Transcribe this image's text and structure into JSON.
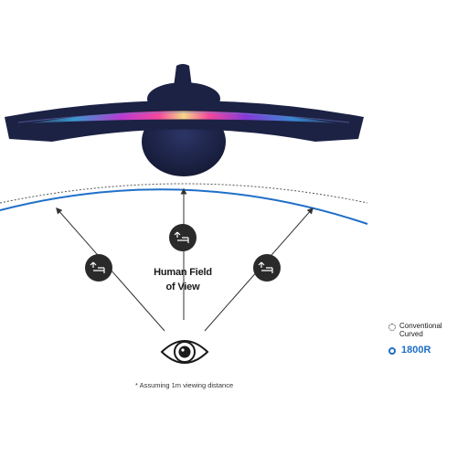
{
  "diagram": {
    "fov_label_line1": "Human Field",
    "fov_label_line2": "of View",
    "footnote": "* Assuming 1m viewing distance",
    "legend": {
      "conventional": "Conventional Curved",
      "curved_1800r": "1800R"
    },
    "colors": {
      "accent_blue": "#1f6fc8",
      "monitor_navy": "#1c2244",
      "icon_circle": "#2a2a2a"
    }
  }
}
